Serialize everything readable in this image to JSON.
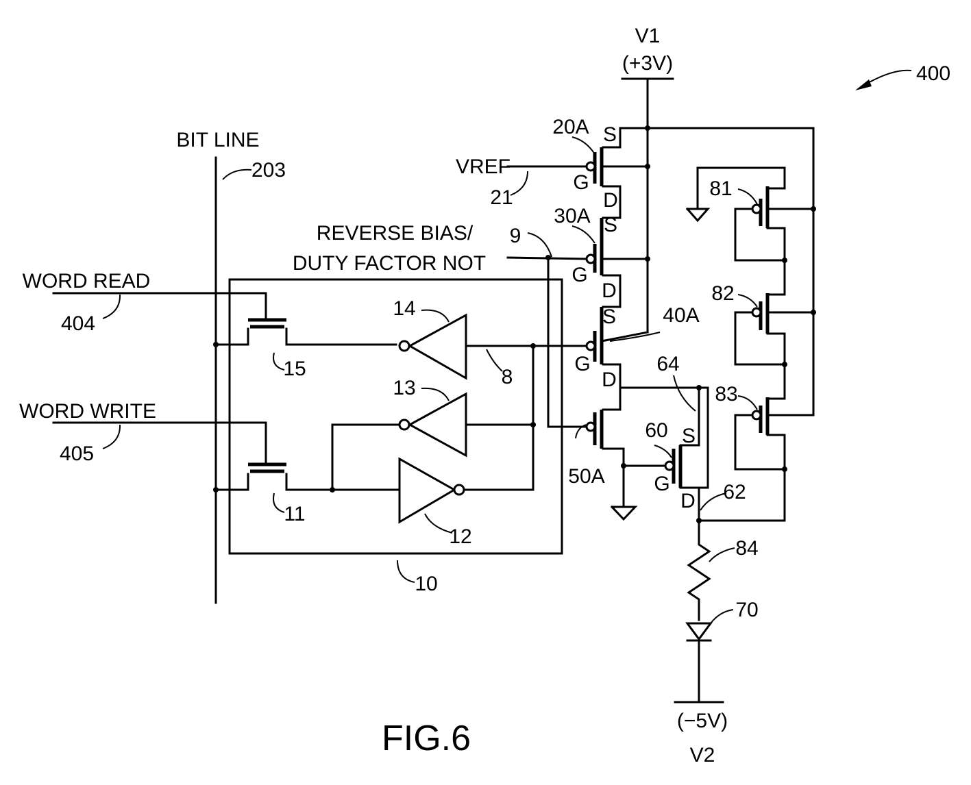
{
  "figure": {
    "caption": "FIG.6",
    "ref": "400"
  },
  "rails": {
    "v1_name": "V1",
    "v1_value": "(+3V)",
    "v2_name": "V2",
    "v2_value": "(−5V)"
  },
  "lines": {
    "bit_line": "BIT LINE",
    "bit_line_ref": "203",
    "word_read": "WORD READ",
    "word_read_ref": "404",
    "word_write": "WORD WRITE",
    "word_write_ref": "405",
    "vref": "VREF",
    "vref_ref": "21",
    "reverse_bias_1": "REVERSE BIAS/",
    "reverse_bias_2": "DUTY FACTOR NOT",
    "reverse_bias_ref": "9"
  },
  "components": {
    "t20": "20A",
    "t30": "30A",
    "t40": "40A",
    "t50": "50A",
    "t60": "60",
    "n62": "62",
    "n64": "64",
    "n8": "8",
    "cell": "10",
    "t11": "11",
    "inv12": "12",
    "inv13": "13",
    "inv14": "14",
    "t15": "15",
    "t81": "81",
    "t82": "82",
    "t83": "83",
    "r84": "84",
    "d70": "70"
  },
  "terminals": {
    "s": "S",
    "g": "G",
    "d": "D"
  }
}
